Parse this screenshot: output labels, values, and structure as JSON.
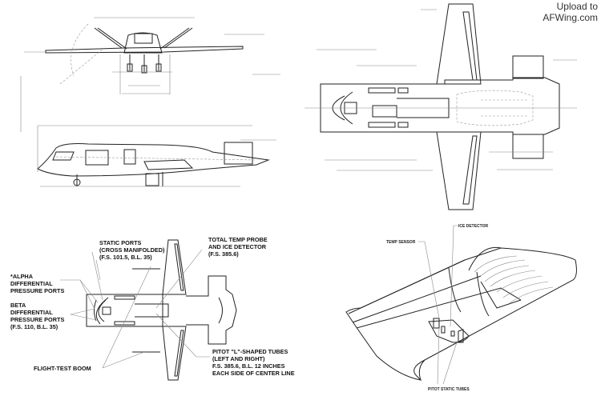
{
  "watermark": {
    "line1": "Upload to",
    "line2": "AFWing.com"
  },
  "views": {
    "front_view": {},
    "side_view": {},
    "plan_view": {},
    "instrumentation_plan": {
      "labels": {
        "static_ports": [
          "STATIC PORTS",
          "(CROSS MANIFOLDED)",
          "(F.S. 101.5, B.L. 35)"
        ],
        "total_temp": [
          "TOTAL TEMP PROBE",
          "AND ICE DETECTOR",
          "(F.S. 385.6)"
        ],
        "alpha": [
          "*ALPHA",
          "DIFFERENTIAL",
          "PRESSURE PORTS"
        ],
        "beta": [
          "BETA",
          "DIFFERENTIAL",
          "PRESSURE PORTS",
          "(F.S. 110, B.L. 35)"
        ],
        "boom": "FLIGHT-TEST BOOM",
        "pitot": [
          "PITOT \"L\"-SHAPED TUBES",
          "(LEFT AND RIGHT)",
          "F.S. 385.6, B.L. 12 INCHES",
          "EACH SIDE OF CENTER LINE"
        ]
      }
    },
    "isometric_detail": {
      "labels": {
        "ice_detector": "ICE DETECTOR",
        "temp_sensor": "TEMP SENSOR",
        "pitot_static": "PITOT STATIC TUBES"
      }
    }
  }
}
